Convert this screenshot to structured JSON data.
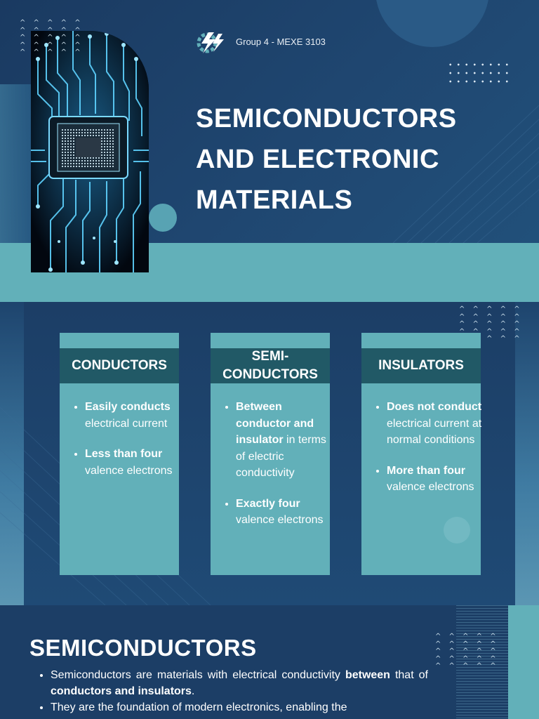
{
  "header": {
    "group_label": "Group 4 - MEXE 3103",
    "title_lines": [
      "SEMICONDUCTORS",
      "AND ELECTRONIC",
      "MATERIALS"
    ]
  },
  "cards": [
    {
      "title": "CONDUCTORS",
      "bullets": [
        {
          "bold": "Easily conducts",
          "normal": "electrical current"
        },
        {
          "bold": "Less than four",
          "normal": "valence electrons"
        }
      ]
    },
    {
      "title": "SEMI-CONDUCTORS",
      "bullets": [
        {
          "bold": "Between conductor and insulator",
          "normal": "in terms of electric conductivity"
        },
        {
          "bold": "Exactly four",
          "normal": "valence electrons"
        }
      ]
    },
    {
      "title": "INSULATORS",
      "bullets": [
        {
          "bold": "Does not conduct",
          "normal": "electrical current at normal conditions"
        },
        {
          "bold": "More than four",
          "normal": "valence electrons"
        }
      ]
    }
  ],
  "semiconductors_section": {
    "title": "SEMICONDUCTORS",
    "bullet1": {
      "pre": "Semiconductors are materials with electrical conductivity",
      "bold1": "between",
      "mid": "that of",
      "bold2": "conductors and insulators",
      "post": "."
    },
    "bullet2": {
      "text": "They are the foundation of modern electronics, enabling the"
    }
  },
  "colors": {
    "navy": "#1d3f66",
    "teal": "#62b0b9",
    "dark_teal": "#215966",
    "white": "#ffffff"
  },
  "icons": [
    "lightning-gear-logo-icon",
    "circuit-chip-photo"
  ]
}
